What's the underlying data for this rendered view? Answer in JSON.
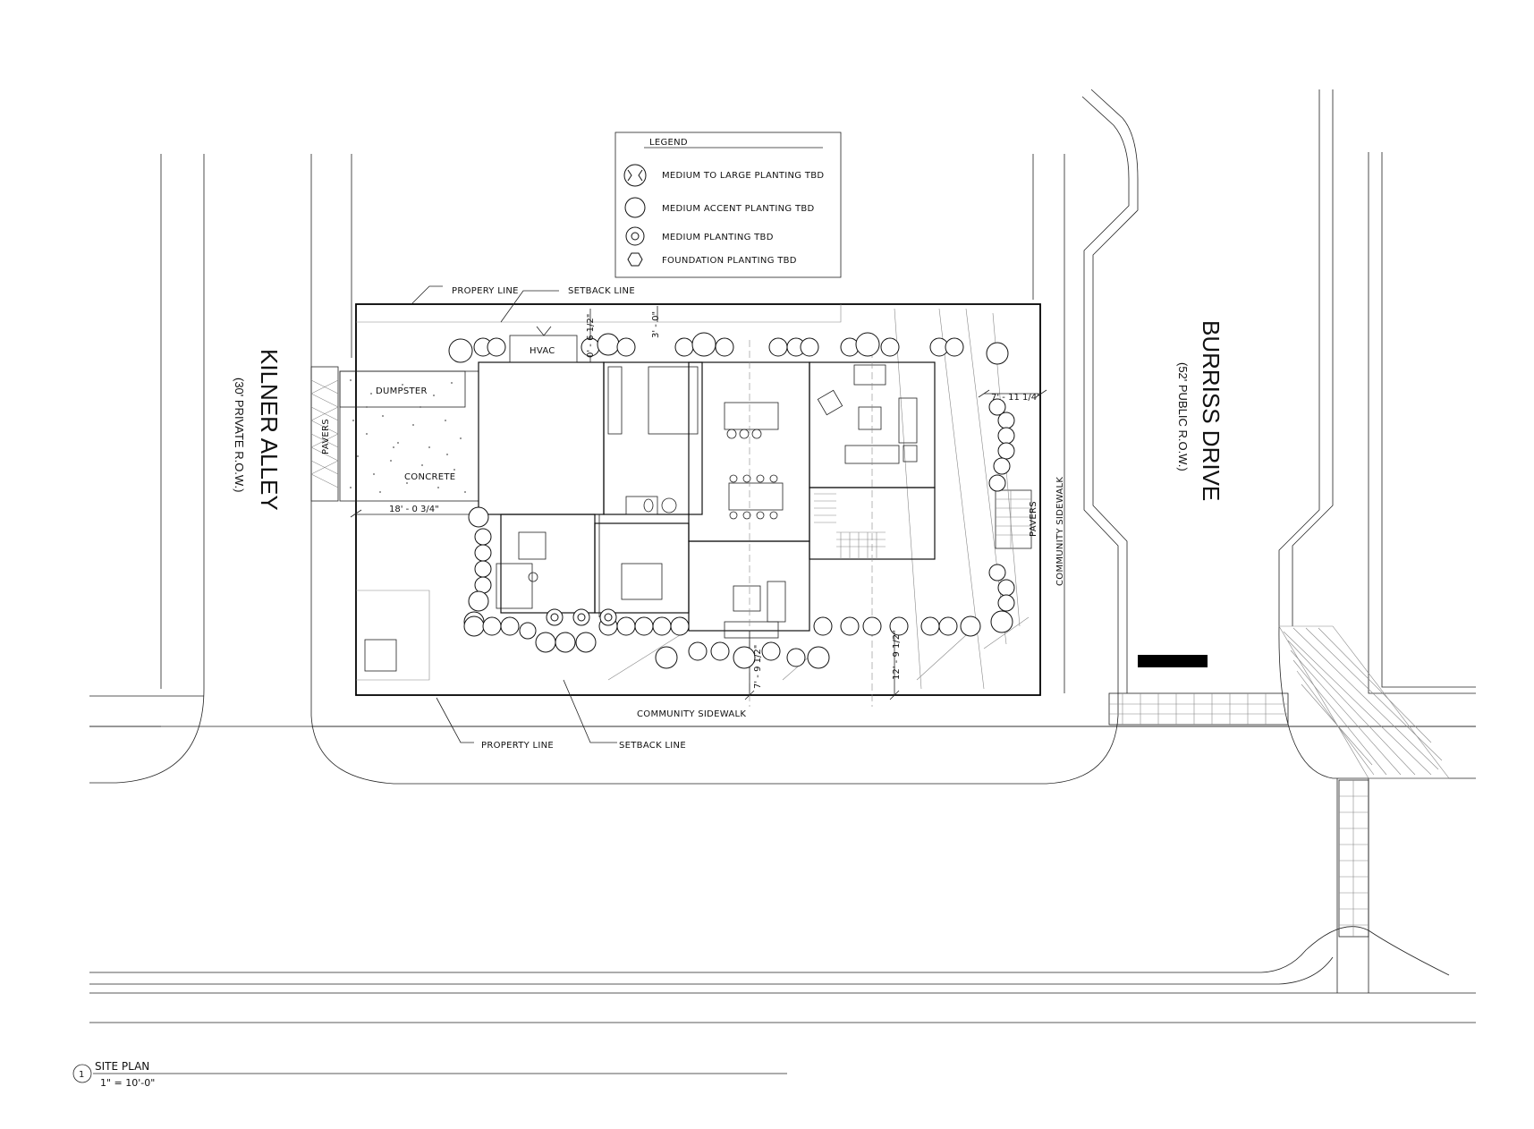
{
  "legend": {
    "title": "LEGEND",
    "items": [
      {
        "label": "MEDIUM TO LARGE PLANTING TBD",
        "icon": "large-shrub-icon"
      },
      {
        "label": "MEDIUM ACCENT PLANTING TBD",
        "icon": "accent-circle-icon"
      },
      {
        "label": "MEDIUM PLANTING TBD",
        "icon": "medium-shrub-icon"
      },
      {
        "label": "FOUNDATION PLANTING TBD",
        "icon": "foundation-hex-icon"
      }
    ]
  },
  "streets": {
    "west": {
      "name": "KILNER ALLEY",
      "row": "(30' PRIVATE R.O.W.)"
    },
    "east": {
      "name": "BURRISS DRIVE",
      "row": "(52' PUBLIC R.O.W.)"
    }
  },
  "labels": {
    "property_line_top": "PROPERY LINE",
    "setback_line_top": "SETBACK LINE",
    "property_line_bottom": "PROPERTY LINE",
    "setback_line_bottom": "SETBACK LINE",
    "hvac": "HVAC",
    "dumpster": "DUMPSTER",
    "concrete": "CONCRETE",
    "pavers_west": "PAVERS",
    "pavers_east": "PAVERS",
    "community_sidewalk_bottom": "COMMUNITY SIDEWALK",
    "community_sidewalk_east": "COMMUNITY SIDEWALK"
  },
  "dimensions": {
    "top_setback": "3' - 0\"",
    "top_left": "0' - 6 1/2\"",
    "east_side": "7' - 11 1/4\"",
    "west_side": "18' - 0 3/4\"",
    "bottom_left": "7' - 9 1/2\"",
    "bottom_mid": "12' - 9 1/2\""
  },
  "title_block": {
    "number": "1",
    "title": "SITE PLAN",
    "scale": "1\" = 10'-0\""
  }
}
